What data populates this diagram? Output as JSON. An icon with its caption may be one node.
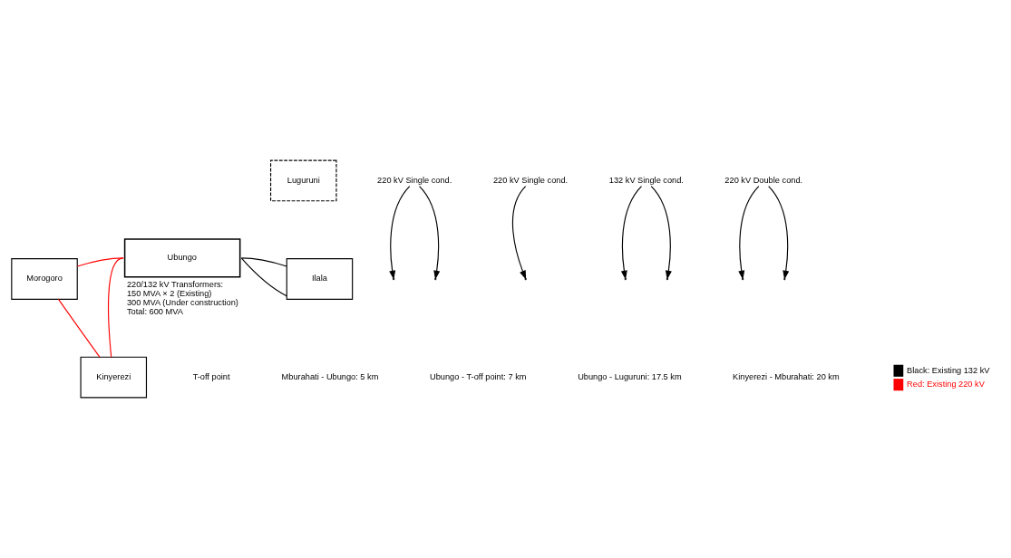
{
  "diagram": {
    "nodes": [
      {
        "text": [
          "Luguruni"
        ]
      },
      {
        "text": [
          "Morogoro"
        ]
      },
      {
        "text": [
          "Ubungo"
        ],
        "beside": [
          "220/132 kV Transformers:",
          "150 MVA × 2 (Existing)",
          "300 MVA (Under construction)",
          "Total: 600 MVA"
        ]
      },
      {
        "text": [
          "Ilala"
        ]
      },
      {
        "text": [
          "Kinyerezi"
        ]
      },
      {
        "text": [
          "220 kV Single cond."
        ]
      },
      {
        "text": [
          "220 kV Single cond."
        ]
      },
      {
        "text": [
          "132 kV Single cond."
        ]
      },
      {
        "text": [
          "220 kV Double cond."
        ]
      }
    ],
    "edges": [
      {
        "from": 1,
        "to": 2,
        "arrow": "none",
        "color": "#ff0000"
      },
      {
        "from": 1,
        "to": 4,
        "arrow": "none",
        "color": "#ff0000"
      },
      {
        "from": 2,
        "to": 4,
        "arrow": "none",
        "color": "#ff0000"
      },
      {
        "from": 2,
        "to": 3,
        "arrow": "none",
        "color": "#000000"
      },
      {
        "from": 2,
        "to": 3,
        "arrow": "none",
        "color": "#000000"
      },
      {
        "from": 5,
        "to": null,
        "arrow": "to",
        "color": "#000000"
      },
      {
        "from": 5,
        "to": null,
        "arrow": "to",
        "color": "#000000"
      },
      {
        "from": 6,
        "to": null,
        "arrow": "to",
        "color": "#000000"
      },
      {
        "from": 7,
        "to": null,
        "arrow": "to",
        "color": "#000000"
      },
      {
        "from": 7,
        "to": null,
        "arrow": "to",
        "color": "#000000"
      },
      {
        "from": 8,
        "to": null,
        "arrow": "to",
        "color": "#000000"
      },
      {
        "from": 8,
        "to": null,
        "arrow": "to",
        "color": "#000000"
      }
    ],
    "labels": [
      "T-off point",
      "Mburahati - Ubungo: 5 km",
      "Ubungo - T-off point: 7 km",
      "Ubungo - Luguruni: 17.5 km",
      "Kinyerezi - Mburahati: 20 km"
    ],
    "legend": [
      {
        "text": "Black: Existing 132 kV",
        "color": "#000000"
      },
      {
        "text": "Red: Existing 220 kV",
        "color": "#ff0000"
      }
    ]
  }
}
